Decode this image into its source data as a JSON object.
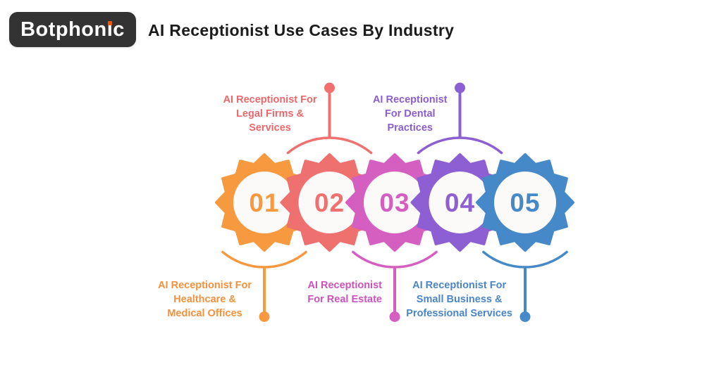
{
  "logo": {
    "text_pre": "Botphon",
    "text_i": "ı",
    "text_post": "c",
    "bg_color": "#333333",
    "dot_color": "#E8590C",
    "text_color": "#FFFFFF"
  },
  "title": "AI Receptionist Use Cases By Industry",
  "badges": [
    {
      "number": "01",
      "color": "#F7993F",
      "label": {
        "position": "bottom",
        "text_color": "#F5913C",
        "lines": [
          "AI Receptionist For",
          "Healthcare &",
          "Medical Offices"
        ]
      }
    },
    {
      "number": "02",
      "color": "#EF716F",
      "label": {
        "position": "top",
        "text_color": "#EC676B",
        "lines": [
          "AI Receptionist For",
          "Legal Firms &",
          "Services"
        ]
      }
    },
    {
      "number": "03",
      "color": "#D55FC0",
      "label": {
        "position": "bottom",
        "text_color": "#CB53BB",
        "lines": [
          "AI Receptionist",
          "For Real Estate"
        ]
      }
    },
    {
      "number": "04",
      "color": "#8C5FD2",
      "label": {
        "position": "top",
        "text_color": "#8A5ED1",
        "lines": [
          "AI Receptionist",
          "For Dental",
          "Practices"
        ]
      }
    },
    {
      "number": "05",
      "color": "#4689C9",
      "label": {
        "position": "bottom",
        "text_color": "#4A85C7",
        "lines": [
          "AI Receptionist For",
          "Small Business &",
          "Professional Services"
        ]
      }
    }
  ]
}
